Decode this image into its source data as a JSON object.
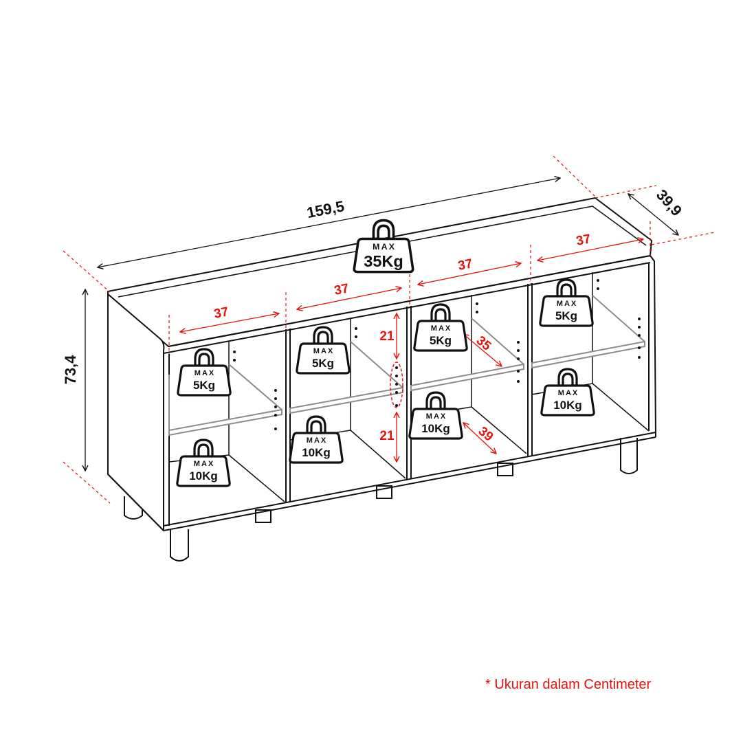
{
  "dimensions": {
    "total_width": "159,5",
    "depth": "39,9",
    "height": "73,4"
  },
  "compartments": {
    "widths": [
      "37",
      "37",
      "37",
      "37"
    ],
    "shelf_gap_upper": "21",
    "shelf_gap_lower": "21",
    "shelf_depth": "35",
    "bottom_depth": "39"
  },
  "loads": {
    "top": {
      "max": "MAX",
      "value": "35Kg"
    },
    "c1_shelf": {
      "max": "MAX",
      "value": "5Kg"
    },
    "c1_bottom": {
      "max": "MAX",
      "value": "10Kg"
    },
    "c2_shelf": {
      "max": "MAX",
      "value": "5Kg"
    },
    "c2_bottom": {
      "max": "MAX",
      "value": "10Kg"
    },
    "c3_shelf": {
      "max": "MAX",
      "value": "5Kg"
    },
    "c3_bottom": {
      "max": "MAX",
      "value": "10Kg"
    },
    "c4_shelf": {
      "max": "MAX",
      "value": "5Kg"
    },
    "c4_bottom": {
      "max": "MAX",
      "value": "10Kg"
    }
  },
  "note": "* Ukuran dalam Centimeter",
  "colors": {
    "line": "#111111",
    "accent": "#e3120b",
    "shelf": "#8c8c8c"
  }
}
